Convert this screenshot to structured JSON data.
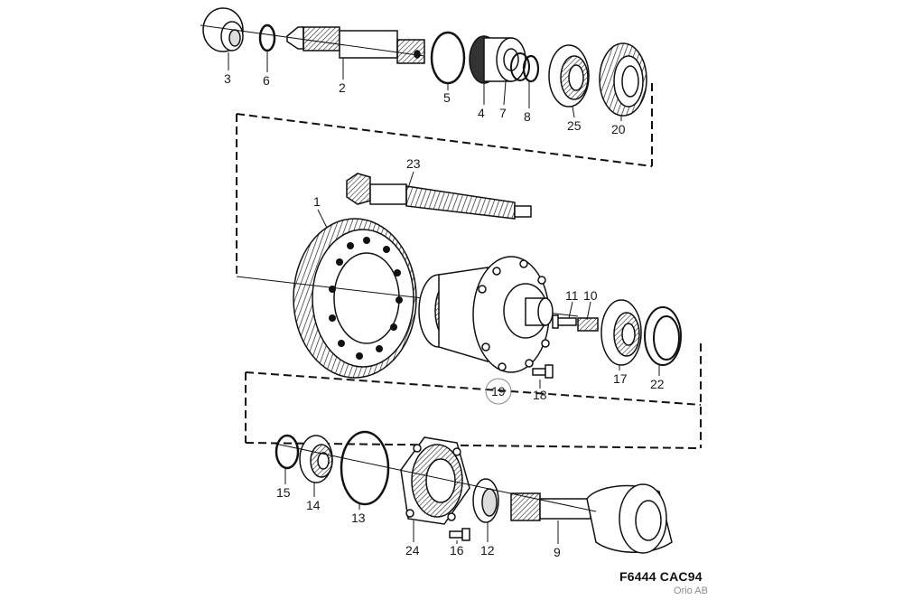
{
  "diagram": {
    "callouts": [
      {
        "id": "3",
        "label": "3"
      },
      {
        "id": "6",
        "label": "6"
      },
      {
        "id": "2",
        "label": "2"
      },
      {
        "id": "5",
        "label": "5"
      },
      {
        "id": "4",
        "label": "4"
      },
      {
        "id": "7",
        "label": "7"
      },
      {
        "id": "8",
        "label": "8"
      },
      {
        "id": "25",
        "label": "25"
      },
      {
        "id": "20",
        "label": "20"
      },
      {
        "id": "23",
        "label": "23"
      },
      {
        "id": "1",
        "label": "1"
      },
      {
        "id": "11",
        "label": "11"
      },
      {
        "id": "10",
        "label": "10"
      },
      {
        "id": "17",
        "label": "17"
      },
      {
        "id": "22",
        "label": "22"
      },
      {
        "id": "19",
        "label": "19"
      },
      {
        "id": "18",
        "label": "18"
      },
      {
        "id": "15",
        "label": "15"
      },
      {
        "id": "14",
        "label": "14"
      },
      {
        "id": "13",
        "label": "13"
      },
      {
        "id": "24",
        "label": "24"
      },
      {
        "id": "16",
        "label": "16"
      },
      {
        "id": "12",
        "label": "12"
      },
      {
        "id": "9",
        "label": "9"
      }
    ],
    "reference": "F6444 CAC94",
    "credit": "Orio AB"
  }
}
